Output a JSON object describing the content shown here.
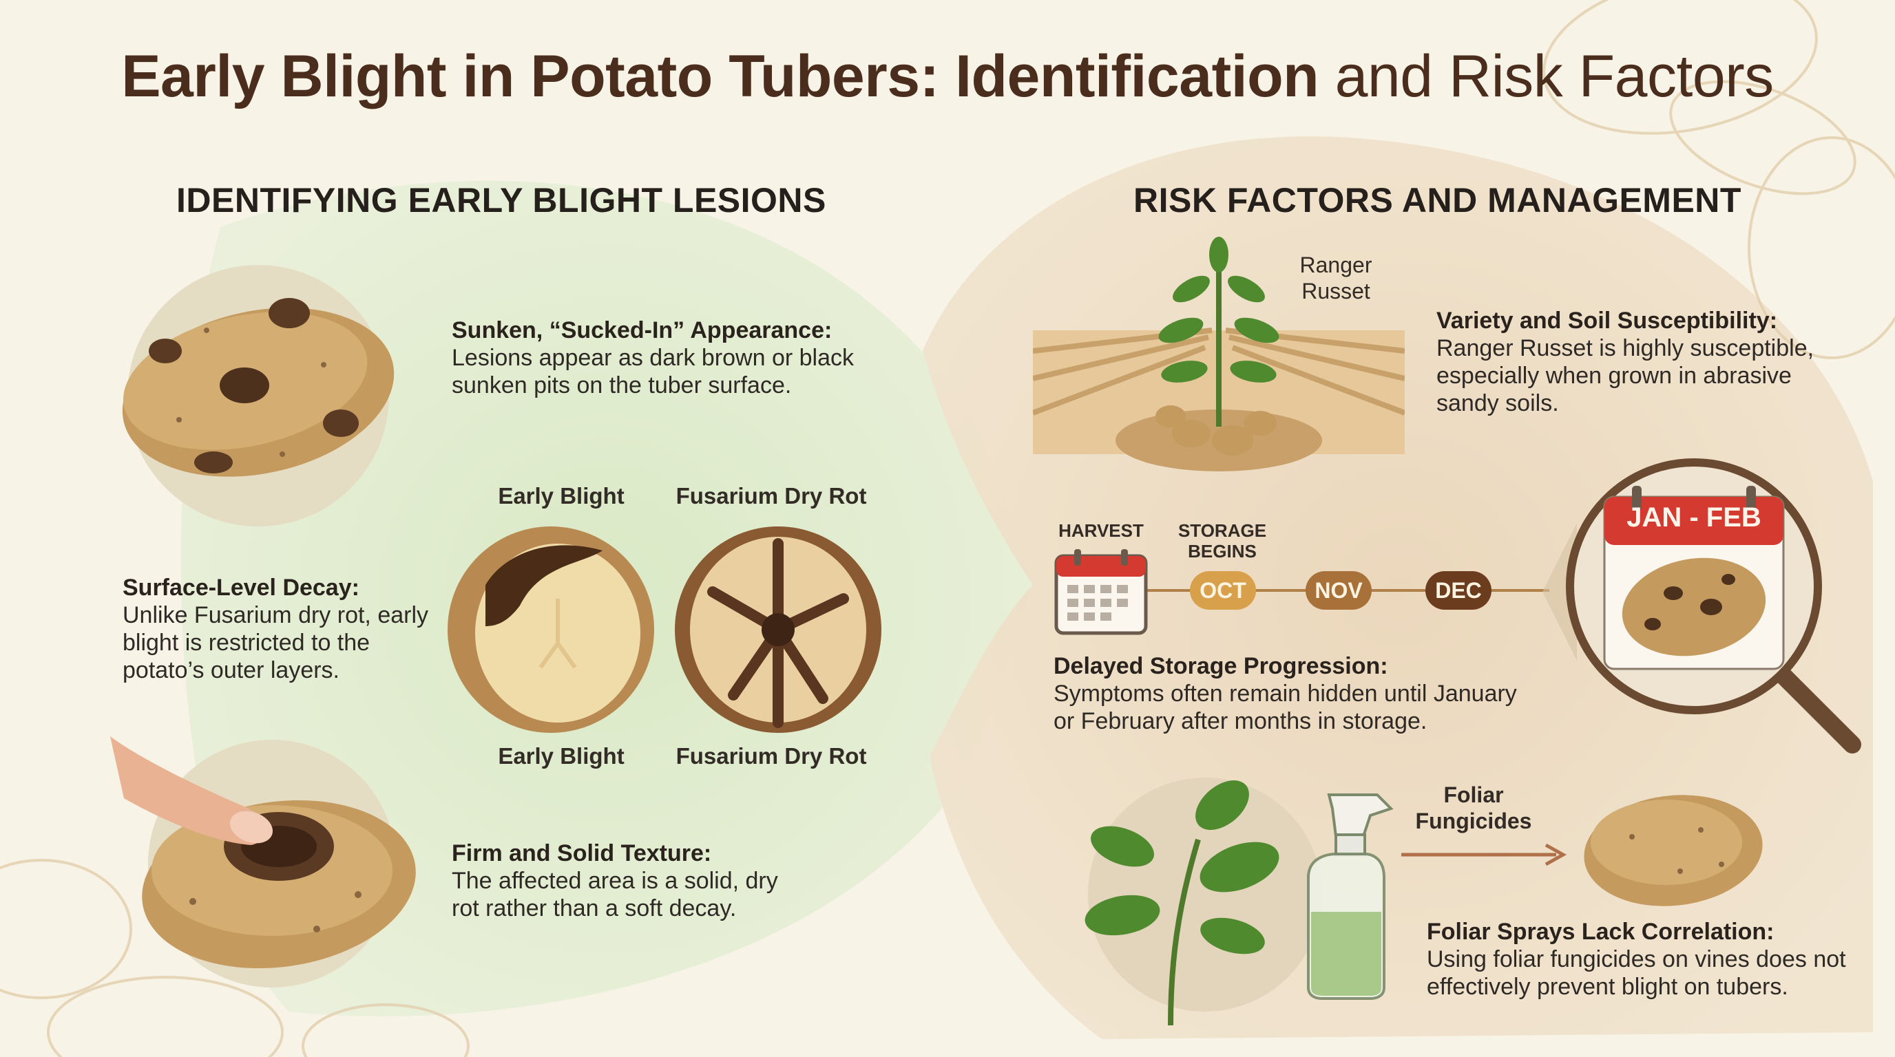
{
  "title": {
    "bold": "Early Blight in Potato Tubers: Identification",
    "light": "and Risk Factors"
  },
  "left": {
    "heading": "IDENTIFYING EARLY BLIGHT LESIONS",
    "sunken": {
      "heading": "Sunken, “Sucked-In” Appearance:",
      "line1": "Lesions appear as dark brown or black",
      "line2": "sunken pits on the tuber surface."
    },
    "comparison": {
      "top_left": "Early Blight",
      "top_right": "Fusarium Dry Rot",
      "bottom_left": "Early Blight",
      "bottom_right": "Fusarium Dry Rot"
    },
    "surface": {
      "heading": "Surface-Level Decay:",
      "line1": "Unlike Fusarium dry rot, early",
      "line2": "blight is restricted to the",
      "line3": "potato’s outer layers."
    },
    "firm": {
      "heading": "Firm and Solid Texture:",
      "line1": "The affected area is a solid, dry",
      "line2": "rot rather than a soft decay."
    }
  },
  "right": {
    "heading": "RISK FACTORS AND MANAGEMENT",
    "plant_label": {
      "line1": "Ranger",
      "line2": "Russet"
    },
    "variety": {
      "heading": "Variety and Soil Susceptibility:",
      "line1": "Ranger Russet is highly susceptible,",
      "line2": "especially when grown in abrasive",
      "line3": "sandy soils."
    },
    "timeline": {
      "harvest": "HARVEST",
      "storage_line1": "STORAGE",
      "storage_line2": "BEGINS",
      "months": [
        "OCT",
        "NOV",
        "DEC"
      ],
      "month_colors": [
        "#d8a04a",
        "#a8713a",
        "#6b3c1e"
      ],
      "calendar_label": "JAN - FEB"
    },
    "delayed": {
      "heading": "Delayed Storage Progression:",
      "line1": "Symptoms often remain hidden until January",
      "line2": "or February after months in storage."
    },
    "fungicide_label": {
      "line1": "Foliar",
      "line2": "Fungicides"
    },
    "foliar": {
      "heading": "Foliar Sprays Lack Correlation:",
      "line1": "Using foliar fungicides on vines does not",
      "line2": "effectively prevent blight on tubers."
    }
  },
  "colors": {
    "background": "#f7f3e6",
    "left_panel": "#dcebcc",
    "right_panel": "#ecdcc4",
    "title": "#4a2d1c",
    "potato": "#c8a066",
    "lesion": "#5a3a22",
    "calendar_red": "#d43a2f"
  },
  "icons": [
    "potato-with-lesions",
    "cut-potato-early-blight",
    "cut-potato-fusarium",
    "finger-pressing-potato",
    "potato-plant-field",
    "calendar-icon",
    "magnifier-calendar",
    "leafy-branch",
    "spray-bottle",
    "arrow-right",
    "healthy-potato"
  ]
}
